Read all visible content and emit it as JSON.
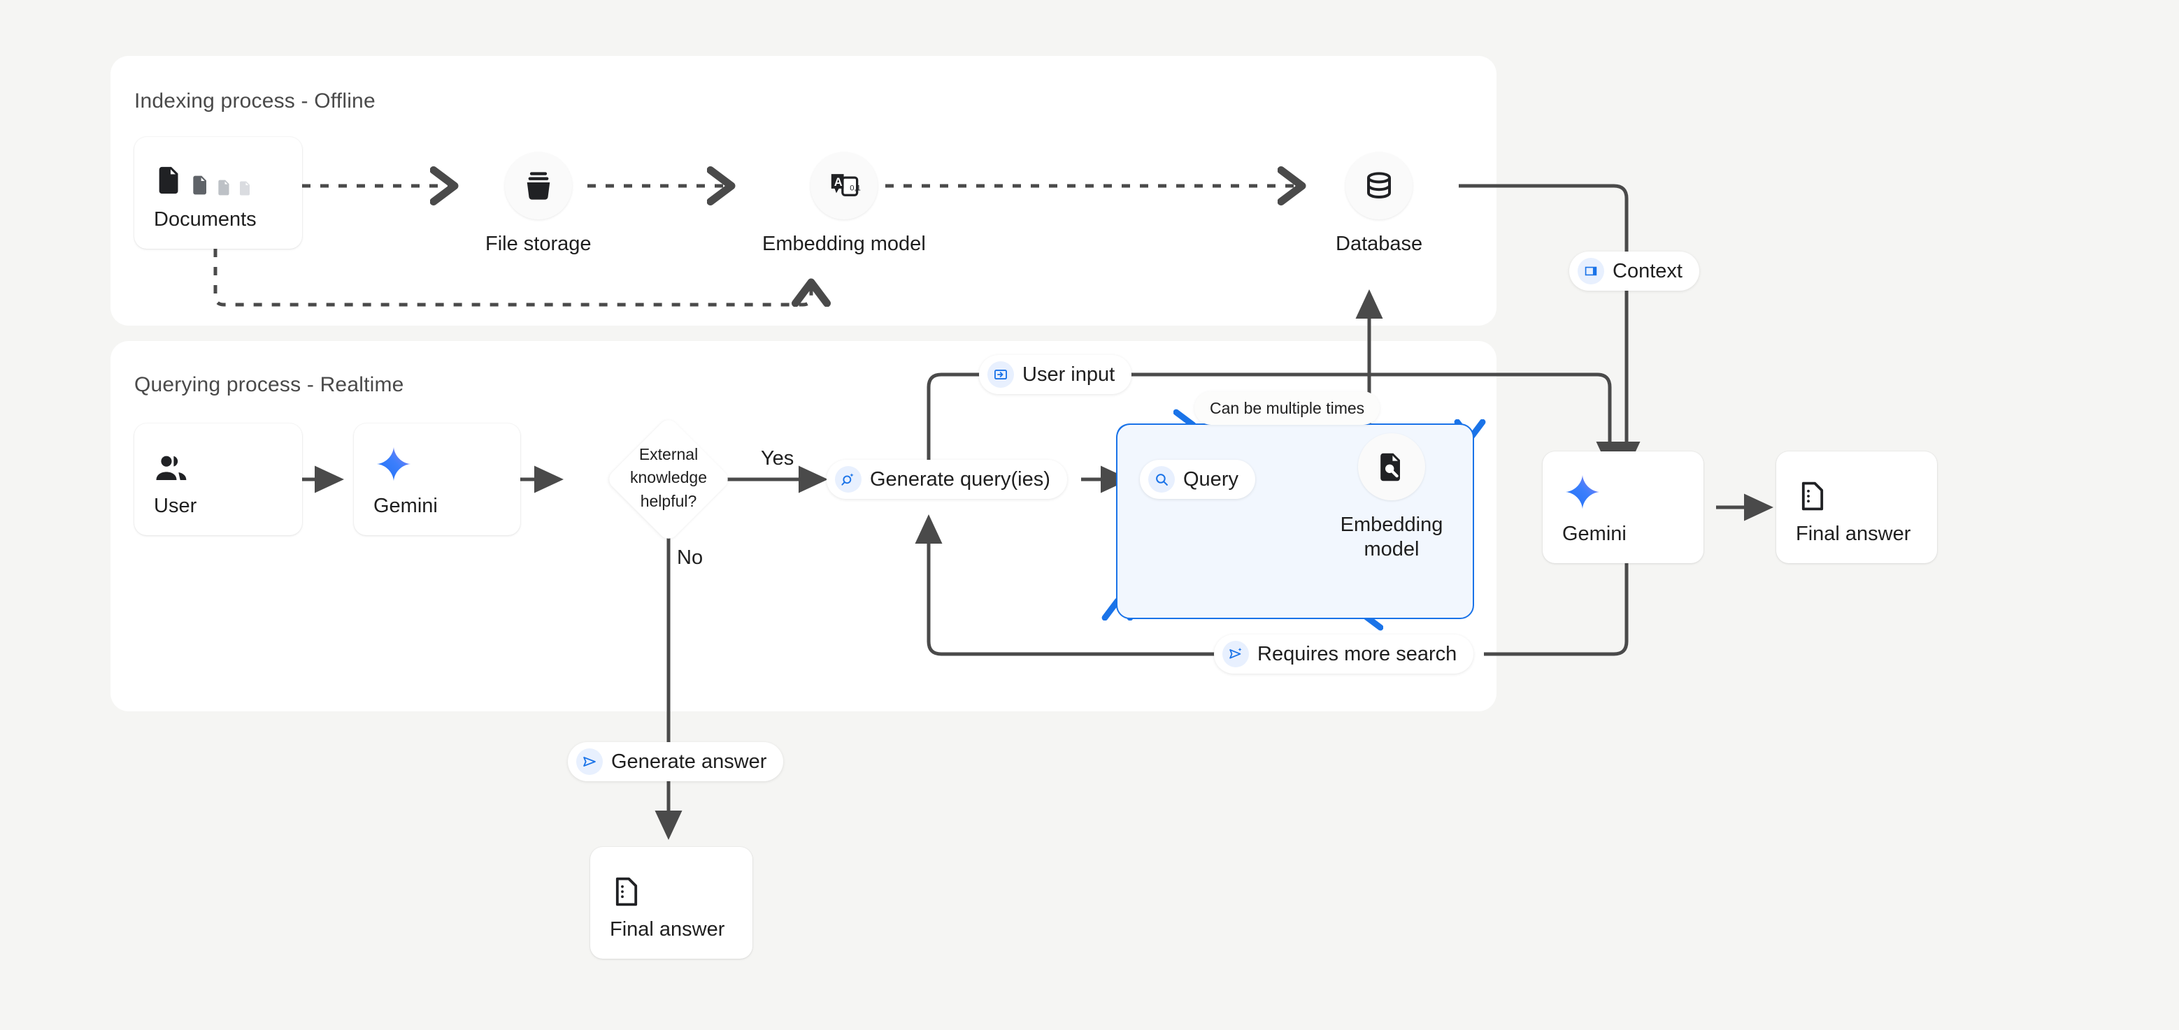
{
  "background": "#f5f5f3",
  "accent_blue": "#1a73e8",
  "chip_bg": "#e8f0fe",
  "sections": {
    "indexing": {
      "title": "Indexing process - Offline"
    },
    "querying": {
      "title": "Querying process - Realtime"
    }
  },
  "indexing": {
    "documents": {
      "label": "Documents",
      "icon": "documents-icon"
    },
    "file_storage": {
      "label": "File storage",
      "icon": "file-storage-icon"
    },
    "embedding_model": {
      "label": "Embedding model",
      "icon": "embedding-model-icon"
    },
    "database": {
      "label": "Database",
      "icon": "database-icon"
    }
  },
  "querying": {
    "user": {
      "label": "User",
      "icon": "user-group-icon"
    },
    "gemini_left": {
      "label": "Gemini",
      "icon": "gemini-spark-icon"
    },
    "decision": {
      "label": "External knowledge helpful?",
      "yes": "Yes",
      "no": "No"
    },
    "generate_queries": {
      "label": "Generate query(ies)",
      "icon": "search-sparkle-icon"
    },
    "query": {
      "label": "Query",
      "icon": "search-icon"
    },
    "embedding_model": {
      "label": "Embedding model",
      "icon": "doc-search-icon"
    },
    "loop_note": {
      "label": "Can be multiple times"
    },
    "gemini_right": {
      "label": "Gemini",
      "icon": "gemini-spark-icon"
    },
    "final_answer_right": {
      "label": "Final answer",
      "icon": "final-answer-icon"
    },
    "final_answer_bottom": {
      "label": "Final answer",
      "icon": "final-answer-icon"
    }
  },
  "chips": {
    "context": {
      "label": "Context",
      "icon": "article-icon"
    },
    "user_input": {
      "label": "User input",
      "icon": "input-arrow-icon"
    },
    "requires_more_search": {
      "label": "Requires more search",
      "icon": "send-sparkle-icon"
    },
    "generate_answer": {
      "label": "Generate answer",
      "icon": "send-icon"
    }
  }
}
